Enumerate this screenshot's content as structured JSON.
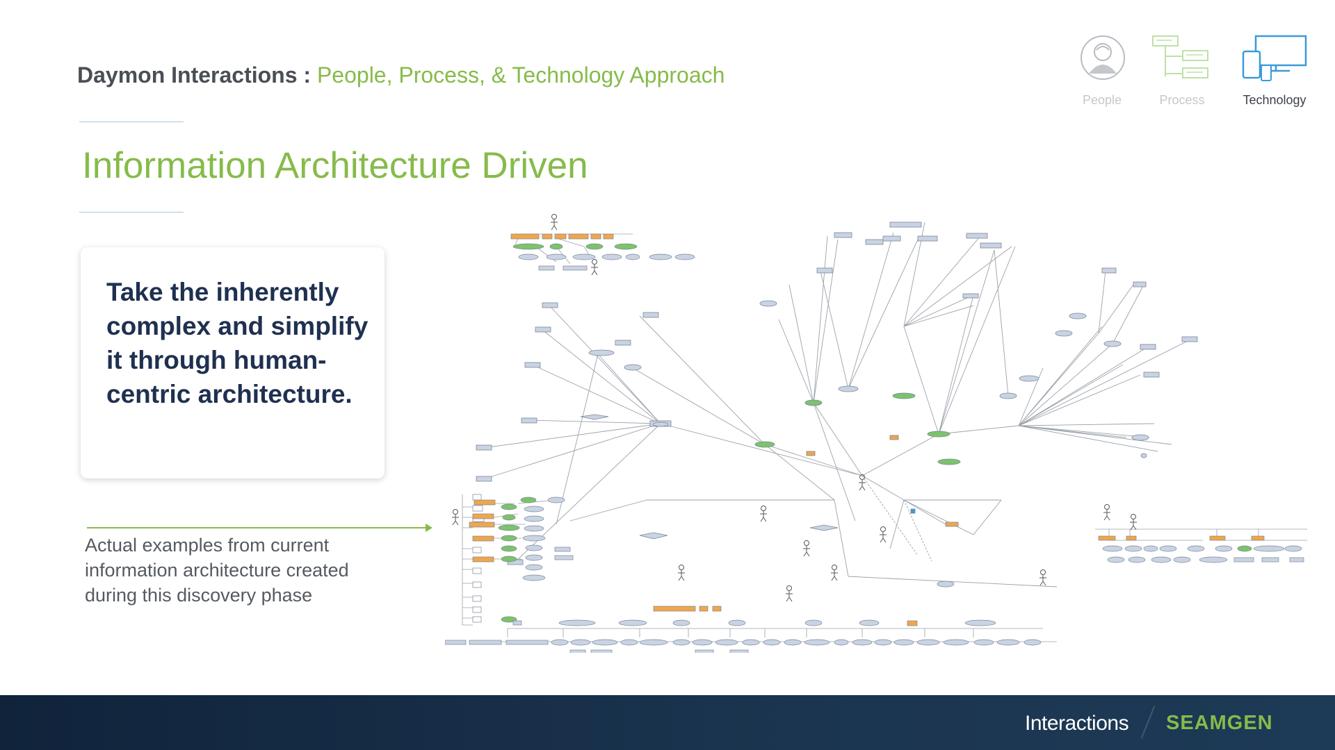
{
  "header": {
    "title_strong": "Daymon Interactions :",
    "title_accent": "People, Process, & Technology Approach"
  },
  "nav": [
    {
      "label": "People",
      "icon": "person-icon",
      "active": false
    },
    {
      "label": "Process",
      "icon": "process-flow-icon",
      "active": false
    },
    {
      "label": "Technology",
      "icon": "devices-icon",
      "active": true
    }
  ],
  "section_title": "Information Architecture Driven",
  "quote": "Take the inherently complex and simplify it through human-centric architecture.",
  "caption": "Actual examples from current information architecture created during this discovery phase",
  "footer": {
    "product": "Interactions",
    "brand": "SEAMGEN"
  },
  "colors": {
    "accent": "#86bb4a",
    "navy": "#1f3050",
    "footer_bg": "#13283f",
    "node_orange": "#f0a64a",
    "node_green": "#7cc36b",
    "node_blue": "#c9d3e3"
  }
}
